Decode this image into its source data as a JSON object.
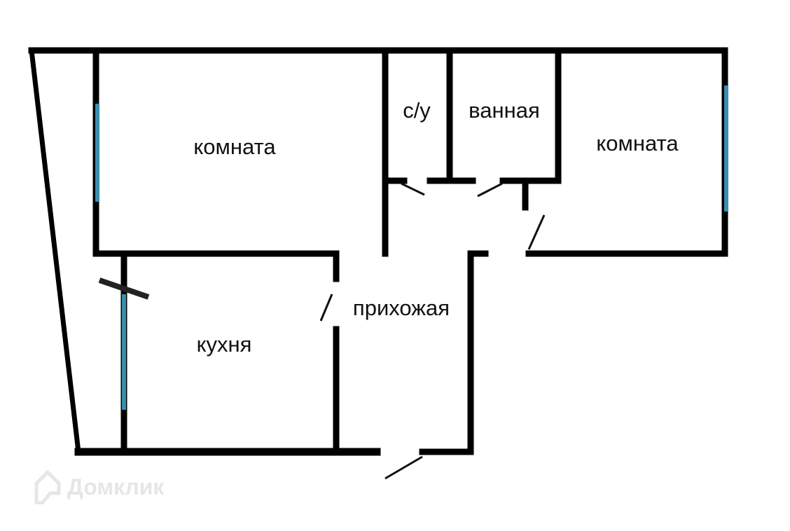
{
  "rooms": {
    "room_left": "комната",
    "toilet": "с/у",
    "bathroom": "ванная",
    "room_right": "комната",
    "kitchen": "кухня",
    "hallway": "прихожая"
  },
  "watermark": "Домклик",
  "colors": {
    "wall": "#000000",
    "window": "#3a8fb0"
  }
}
